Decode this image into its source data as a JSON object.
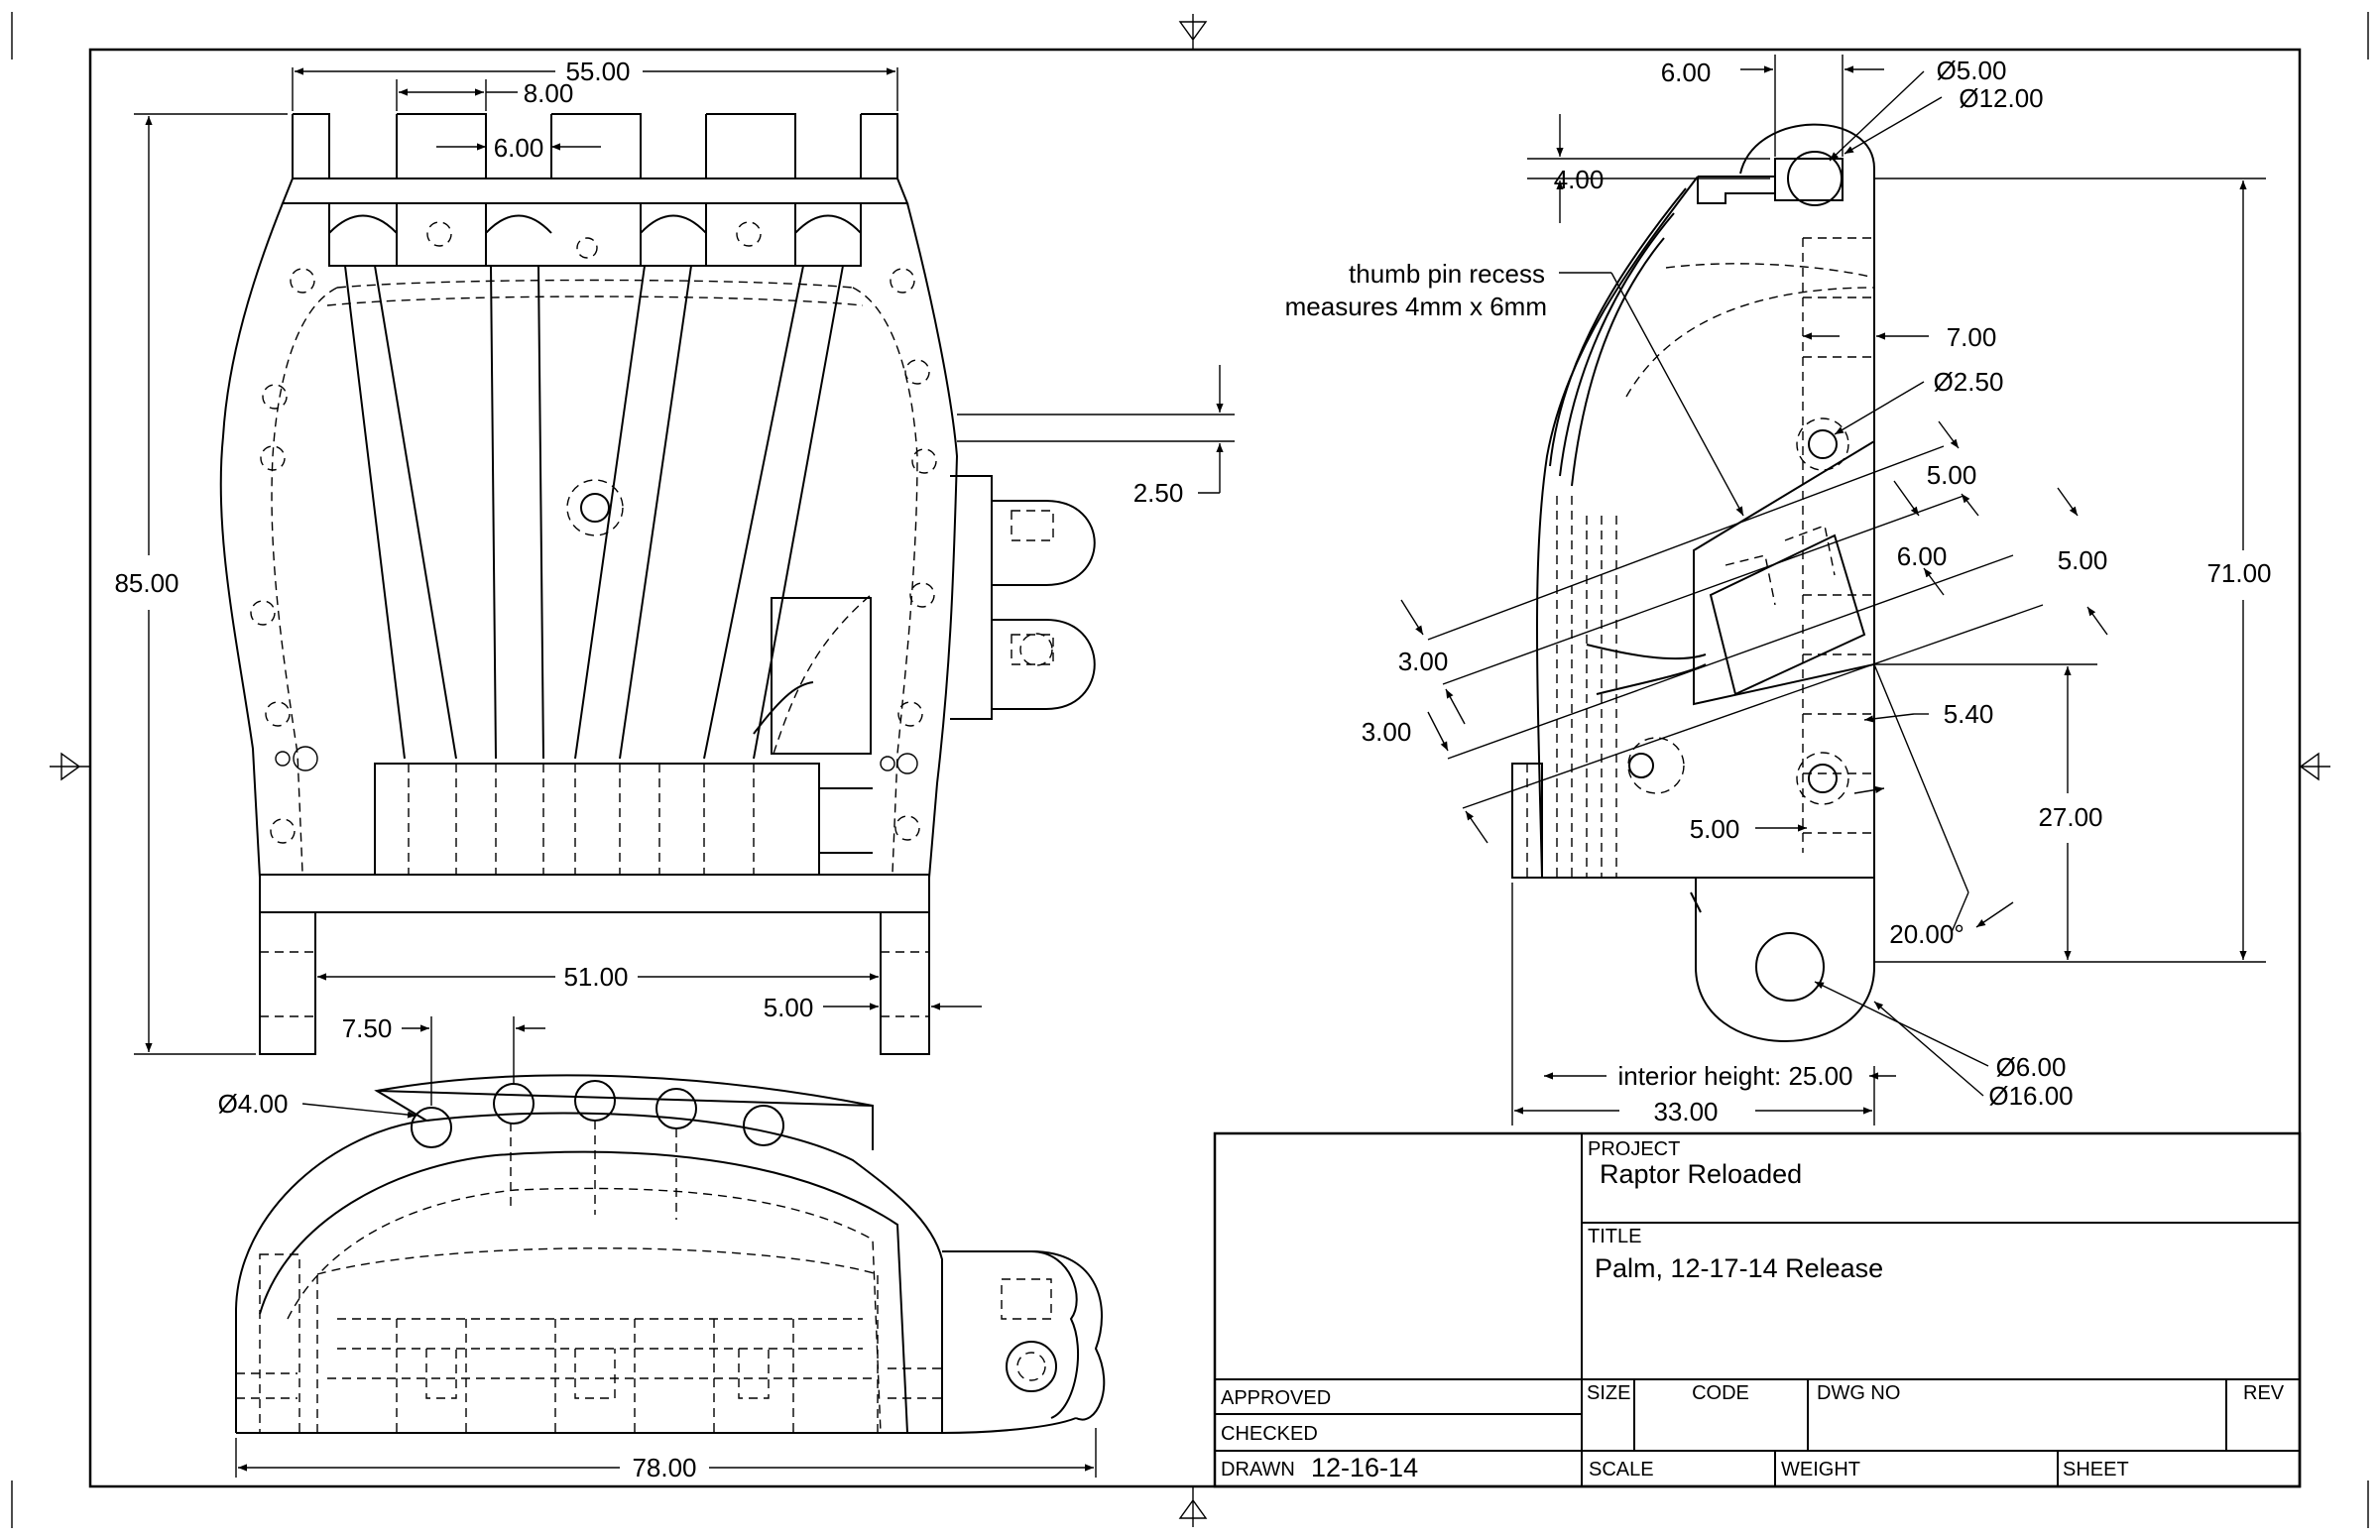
{
  "dimensions": {
    "front": [
      "55.00",
      "8.00",
      "6.00",
      "85.00",
      "2.50",
      "51.00",
      "5.00"
    ],
    "bottom": [
      "7.50",
      "Ø4.00",
      "78.00"
    ],
    "side": [
      "6.00",
      "Ø5.00",
      "Ø12.00",
      "4.00",
      "7.00",
      "Ø2.50",
      "5.00",
      "6.00",
      "5.00",
      "71.00",
      "3.00",
      "3.00",
      "5.40",
      "5.00",
      "27.00",
      "20.00°",
      "Ø6.00",
      "interior height: 25.00",
      "Ø16.00",
      "33.00"
    ]
  },
  "note": {
    "line1": "thumb pin recess",
    "line2": "measures 4mm x 6mm"
  },
  "title_block": {
    "project_label": "PROJECT",
    "project_value": "Raptor Reloaded",
    "title_label": "TITLE",
    "title_value": "Palm, 12-17-14 Release",
    "approved_label": "APPROVED",
    "checked_label": "CHECKED",
    "drawn_label": "DRAWN",
    "drawn_value": "12-16-14",
    "size_label": "SIZE",
    "code_label": "CODE",
    "dwg_label": "DWG  NO",
    "rev_label": "REV",
    "scale_label": "SCALE",
    "weight_label": "WEIGHT",
    "sheet_label": "SHEET"
  }
}
